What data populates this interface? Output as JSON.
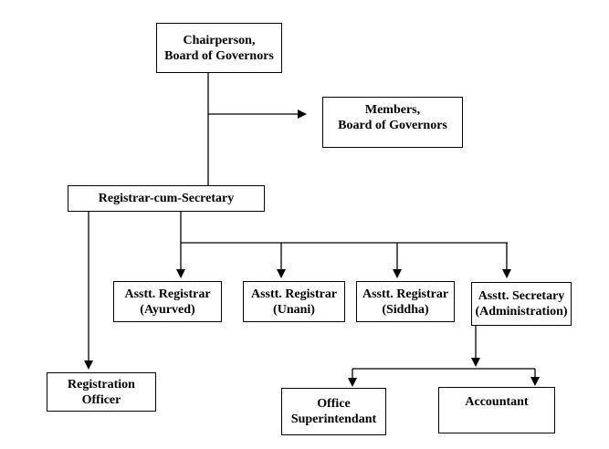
{
  "diagram": {
    "type": "org-chart",
    "nodes": {
      "chairperson": {
        "label": "Chairperson,\nBoard of Governors"
      },
      "members": {
        "label": "Members,\nBoard of Governors"
      },
      "registrar": {
        "label": "Registrar-cum-Secretary"
      },
      "ayurved": {
        "label": "Asstt. Registrar\n(Ayurved)"
      },
      "unani": {
        "label": "Asstt. Registrar\n(Unani)"
      },
      "siddha": {
        "label": "Asstt. Registrar\n(Siddha)"
      },
      "secretary": {
        "label": "Asstt. Secretary\n(Administration)"
      },
      "registration_officer": {
        "label": "Registration\nOfficer"
      },
      "office_superintendant": {
        "label": "Office\nSuperintendant"
      },
      "accountant": {
        "label": "Accountant"
      }
    },
    "edges": [
      "chairperson -> registrar",
      "chairperson -> members",
      "registrar -> registration_officer",
      "registrar -> ayurved",
      "registrar -> unani",
      "registrar -> siddha",
      "registrar -> secretary",
      "secretary -> office_superintendant",
      "secretary -> accountant"
    ],
    "colors": {
      "background": "#ffffff",
      "box_border": "#000000",
      "text": "#000000",
      "connector": "#000000"
    }
  }
}
